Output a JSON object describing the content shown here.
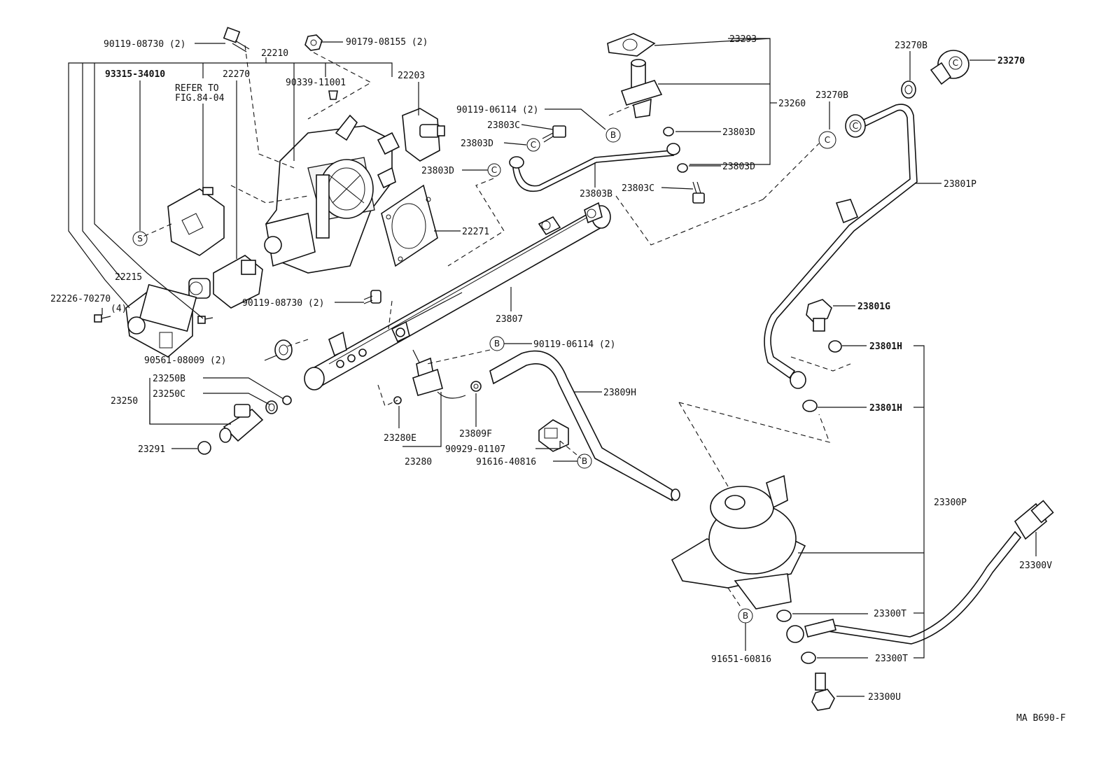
{
  "labels": {
    "p90119_08730_top": "90119-08730 (2)",
    "p90179_08155": "90179-08155 (2)",
    "p22210": "22210",
    "p93315_34010": "93315-34010",
    "p22270": "22270",
    "p90339_11001": "90339-11001",
    "p22203": "22203",
    "refer_to_1": "REFER TO",
    "refer_to_2": "FIG.84-04",
    "p22271": "22271",
    "p22215": "22215",
    "p22226_70270": "22226-70270",
    "p22226_qty": "(4)",
    "p90119_08730_mid": "90119-08730 (2)",
    "p90561_08009": "90561-08009 (2)",
    "p23250B": "23250B",
    "p23250C": "23250C",
    "p23250": "23250",
    "p23291": "23291",
    "p23280E": "23280E",
    "p23280": "23280",
    "p23807": "23807",
    "p23809F": "23809F",
    "p90929_01107": "90929-01107",
    "p91616_40816": "91616-40816",
    "p23809H": "23809H",
    "p90119_06114_mid": "90119-06114 (2)",
    "p90119_06114_top": "90119-06114 (2)",
    "p23803C_a": "23803C",
    "p23803D_a": "23803D",
    "p23803D_b": "23803D",
    "p23803B": "23803B",
    "p23803C_b": "23803C",
    "p23293": "23293",
    "p23260": "23260",
    "p23803D_c": "23803D",
    "p23803D_d": "23803D",
    "p23270B_a": "23270B",
    "p23270B_b": "23270B",
    "p23270": "23270",
    "p23801P": "23801P",
    "p23801G": "23801G",
    "p23801H_a": "23801H",
    "p23801H_b": "23801H",
    "p23300P": "23300P",
    "p23300V": "23300V",
    "p23300T_a": "23300T",
    "p23300T_b": "23300T",
    "p23300U": "23300U",
    "p91651_60816": "91651-60816",
    "diagram_code": "MA B690-F"
  },
  "markers": {
    "s": "S",
    "b": "B",
    "c": "C"
  }
}
